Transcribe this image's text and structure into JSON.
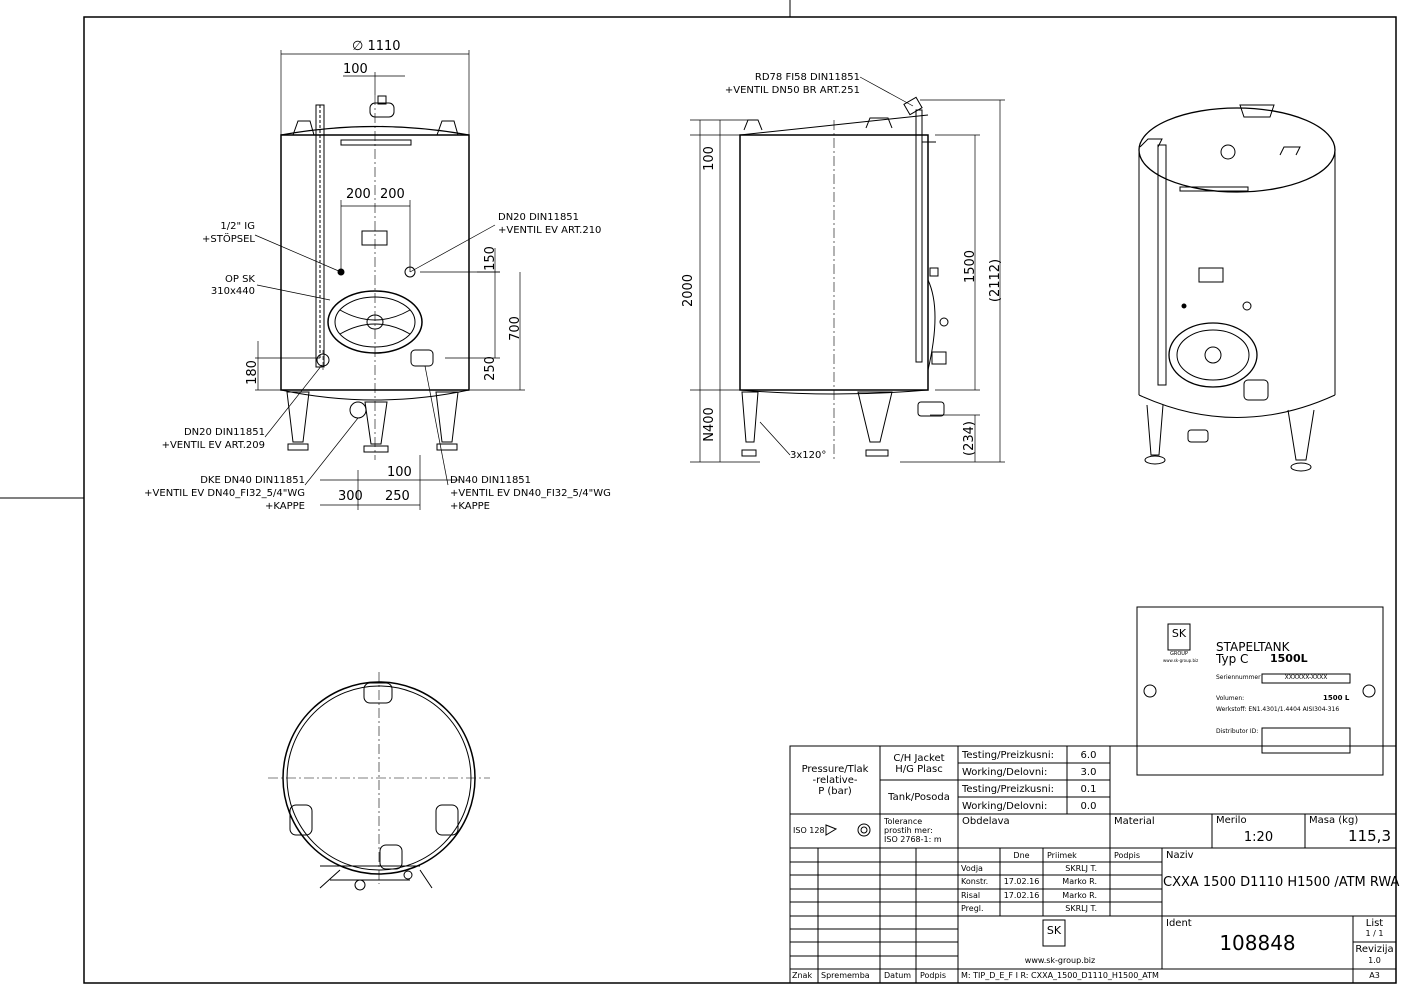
{
  "front_view": {
    "dia_total": "1110",
    "dia_symbol": "∅",
    "offset_top": "100",
    "spacing_left": "200",
    "spacing_right": "200",
    "callout_ig": "1/2\" IG",
    "callout_ig_2": "+STÖPSEL",
    "callout_dn20_top": "DN20 DIN11851",
    "callout_dn20_top_2": "+VENTIL EV ART.210",
    "callout_opsk": "OP SK",
    "callout_opsk_2": "310x440",
    "dim_150": "150",
    "dim_700": "700",
    "dim_180": "180",
    "dim_250_right": "250",
    "callout_dn20_bottom": "DN20 DIN11851",
    "callout_dn20_bottom_2": "+VENTIL EV ART.209",
    "callout_dke": "DKE DN40 DIN11851",
    "callout_dke_2": "+VENTIL EV DN40_FI32_5/4\"WG",
    "callout_dke_3": "+KAPPE",
    "callout_dn40": "DN40 DIN11851",
    "callout_dn40_2": "+VENTIL EV DN40_FI32_5/4\"WG",
    "callout_dn40_3": "+KAPPE",
    "dim_100_bottom": "100",
    "dim_300": "300",
    "dim_250_bottom": "250"
  },
  "side_view": {
    "callout_rd78": "RD78 FI58 DIN11851",
    "callout_rd78_2": "+VENTIL DN50 BR ART.251",
    "dim_100": "100",
    "dim_2000": "2000",
    "dim_1500": "1500",
    "dim_2112": "(2112)",
    "dim_n400": "N400",
    "dim_234": "(234)",
    "legs": "3x120°"
  },
  "nameplate": {
    "title_1": "STAPELTANK",
    "title_2": "Typ  C",
    "title_volume": "1500L",
    "serial_label": "Seriennummer",
    "serial_value": "XXXXXX-XXXX",
    "volume_label": "Volumen:",
    "volume_value": "1500  L",
    "material_label": "Werkstoff: EN1.4301/1.4404   AISI304-316",
    "distributor_label": "Distributor  ID:",
    "logo_text": "SK",
    "logo_sub": "GROUP",
    "logo_url": "www.sk-group.biz"
  },
  "title_block": {
    "pressure_label": "Pressure/Tlak",
    "pressure_label_2": "-relative-",
    "pressure_label_3": "P (bar)",
    "jacket_label": "C/H Jacket",
    "jacket_label_2": "H/G Plasc",
    "tank_label": "Tank/Posoda",
    "rows": [
      {
        "label": "Testing/Preizkusni:",
        "value": "6.0"
      },
      {
        "label": "Working/Delovni:",
        "value": "3.0"
      },
      {
        "label": "Testing/Preizkusni:",
        "value": "0.1"
      },
      {
        "label": "Working/Delovni:",
        "value": "0.0"
      }
    ],
    "iso": "ISO 128",
    "tolerance": "Tolerance",
    "tolerance_2": "prostih mer:",
    "tolerance_3": "ISO 2768-1: m",
    "obdelava": "Obdelava",
    "material": "Material",
    "merilo_label": "Merilo",
    "merilo_value": "1:20",
    "masa_label": "Masa (kg)",
    "masa_value": "115,3",
    "col_dne": "Dne",
    "col_priimek": "Priimek",
    "col_podpis": "Podpis",
    "naziv_label": "Naziv",
    "naziv_value": "CXXA 1500 D1110 H1500 /ATM RWA",
    "staff": [
      {
        "role": "Vodja",
        "date": "",
        "name": "SKRLJ T."
      },
      {
        "role": "Konstr.",
        "date": "17.02.16",
        "name": "Marko R."
      },
      {
        "role": "Risal",
        "date": "17.02.16",
        "name": "Marko R."
      },
      {
        "role": "Pregl.",
        "date": "",
        "name": "SKRLJ T."
      }
    ],
    "ident_label": "Ident",
    "ident_value": "108848",
    "list_label": "List",
    "list_value": "1 / 1",
    "revizija_label": "Revizija",
    "revizija_value": "1.0",
    "logo_url": "www.sk-group.biz",
    "znak": "Znak",
    "sprememba": "Sprememba",
    "datum": "Datum",
    "podpis": "Podpis",
    "file_path": "M: TIP_D_E_F I R: CXXA_1500_D1110_H1500_ATM",
    "format": "A3"
  }
}
